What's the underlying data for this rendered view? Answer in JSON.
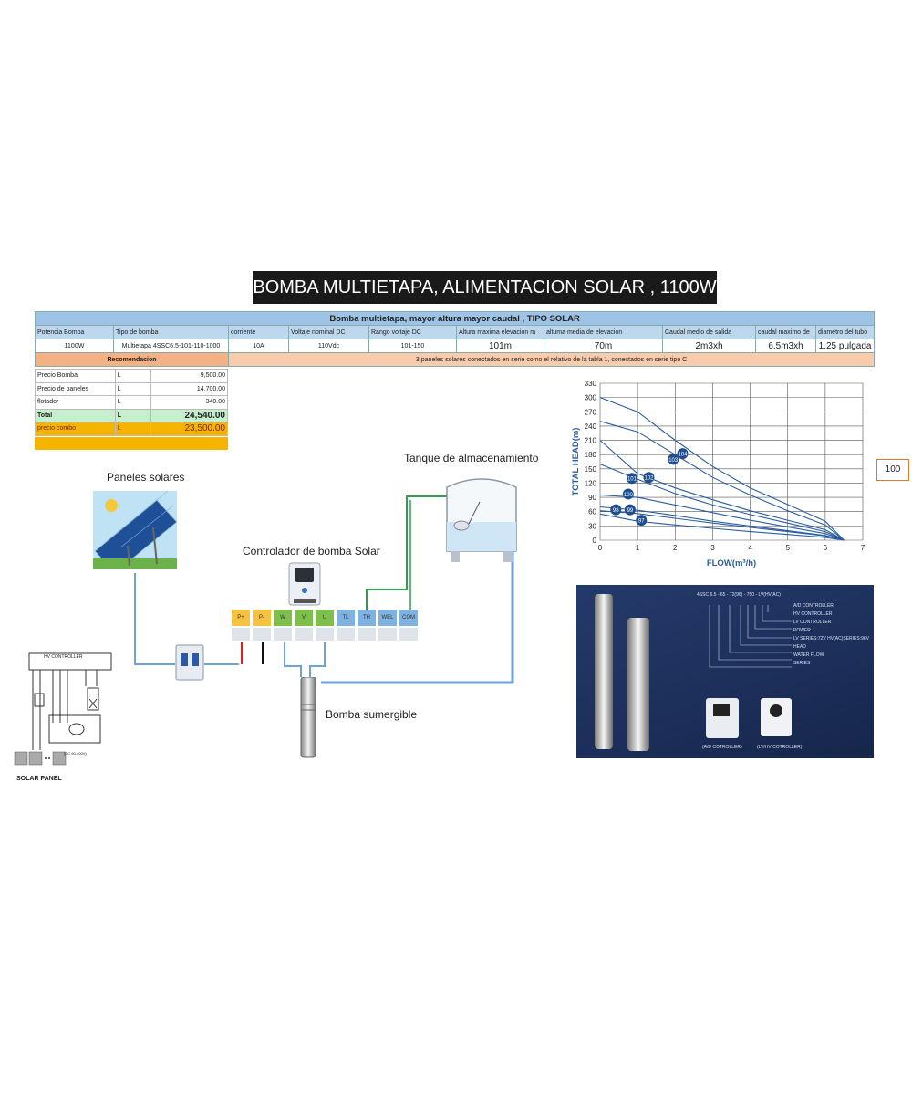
{
  "title": "BOMBA MULTIETAPA, ALIMENTACION SOLAR , 1100W",
  "spec_table": {
    "header": "Bomba multietapa, mayor altura mayor caudal , TIPO SOLAR",
    "columns": [
      "Potencia Bomba",
      "Tipo de bomba",
      "corriente",
      "Voltaje nominal DC",
      "Rango voltaje DC",
      "Altura maxima elevacion m",
      "altuma media de elevacion",
      "Caudal medio de salida",
      "caudal maximo de",
      "diametro del tubo"
    ],
    "values": [
      "1100W",
      "Multietapa 4SSC6.5-101-110-1000",
      "10A",
      "110Vdc",
      "101-150",
      "101m",
      "70m",
      "2m3xh",
      "6.5m3xh",
      "1.25 pulgada"
    ],
    "recommendation_label": "Recomendacion",
    "recommendation_note": "3 paneles solares conectados en serie  como el relativo de la tabla 1, conectados en serie  tipo C"
  },
  "prices": [
    {
      "label": "Precio Bomba",
      "currency": "L",
      "amount": "9,500.00"
    },
    {
      "label": "Precio de paneles",
      "currency": "L",
      "amount": "14,700.00"
    },
    {
      "label": "flotador",
      "currency": "L",
      "amount": "340.00"
    },
    {
      "label": "Total",
      "currency": "L",
      "amount": "24,540.00"
    },
    {
      "label": "precio combo",
      "currency": "L",
      "amount": "23,500.00"
    }
  ],
  "diagram": {
    "panels_label": "Paneles solares",
    "controller_label": "Controlador de bomba Solar",
    "tank_label": "Tanque de almacenamiento",
    "pump_label": "Bomba sumergible",
    "terminals": [
      "P+",
      "P-",
      "W",
      "V",
      "U",
      "TL",
      "TH",
      "WEL",
      "COM"
    ],
    "terminal_colors": [
      "#f5c242",
      "#f5c242",
      "#7fbf4d",
      "#7fbf4d",
      "#7fbf4d",
      "#7fb2e0",
      "#7fb2e0",
      "#7fb2e0",
      "#7fb2e0"
    ],
    "wiring_title": "HV CONTROLLER",
    "wiring_solar": "SOLAR PANEL",
    "wiring_note": "(DC 90-400V)"
  },
  "badge": "100",
  "chart_data": {
    "type": "line",
    "xlabel": "FLOW(m³/h)",
    "ylabel": "TOTAL HEAD(m)",
    "xlim": [
      0,
      7
    ],
    "ylim": [
      0,
      330
    ],
    "x_ticks": [
      0,
      1,
      2,
      3,
      4,
      5,
      6,
      7
    ],
    "y_ticks": [
      0,
      30,
      60,
      90,
      120,
      150,
      180,
      210,
      240,
      270,
      300,
      330
    ],
    "grid": true,
    "series": [
      {
        "name": "104",
        "x": [
          0,
          1,
          2,
          3,
          4,
          5,
          6,
          6.5
        ],
        "y": [
          300,
          270,
          210,
          155,
          110,
          75,
          40,
          0
        ]
      },
      {
        "name": "103",
        "x": [
          0,
          1,
          2,
          3,
          4,
          5,
          6,
          6.5
        ],
        "y": [
          250,
          228,
          180,
          132,
          95,
          62,
          32,
          0
        ]
      },
      {
        "name": "102",
        "x": [
          0,
          1,
          2,
          3,
          4,
          5,
          6,
          6.5
        ],
        "y": [
          210,
          140,
          110,
          85,
          62,
          42,
          22,
          0
        ]
      },
      {
        "name": "101",
        "x": [
          0,
          1,
          2,
          3,
          4,
          5,
          6,
          6.5
        ],
        "y": [
          160,
          128,
          98,
          74,
          54,
          36,
          18,
          0
        ]
      },
      {
        "name": "100",
        "x": [
          0,
          1,
          2,
          3,
          4,
          5,
          6,
          6.5
        ],
        "y": [
          95,
          90,
          74,
          58,
          42,
          28,
          14,
          0
        ]
      },
      {
        "name": "99",
        "x": [
          0,
          1,
          2,
          3,
          4,
          5,
          6,
          6.5
        ],
        "y": [
          70,
          63,
          52,
          40,
          30,
          20,
          10,
          0
        ]
      },
      {
        "name": "98",
        "x": [
          0,
          1,
          2,
          3,
          4,
          5,
          6,
          6.5
        ],
        "y": [
          62,
          56,
          46,
          36,
          27,
          18,
          9,
          0
        ]
      },
      {
        "name": "97",
        "x": [
          0,
          1,
          2,
          3,
          4,
          5,
          6,
          6.5
        ],
        "y": [
          55,
          40,
          32,
          25,
          18,
          12,
          6,
          0
        ]
      }
    ],
    "labels": [
      {
        "text": "104",
        "x": 2.2,
        "y": 182
      },
      {
        "text": "103",
        "x": 1.95,
        "y": 170
      },
      {
        "text": "102",
        "x": 1.3,
        "y": 132
      },
      {
        "text": "101",
        "x": 0.85,
        "y": 130
      },
      {
        "text": "100",
        "x": 0.75,
        "y": 97
      },
      {
        "text": "99",
        "x": 0.8,
        "y": 64
      },
      {
        "text": "98",
        "x": 0.42,
        "y": 64
      },
      {
        "text": "97",
        "x": 1.1,
        "y": 42
      }
    ]
  },
  "product_photo": {
    "model_code": "4SSC 6.5 - 65 - 72(96) - 750 - LV(HV/AC)",
    "legend": [
      "A/D CONTROLLER",
      "HV CONTROLLER",
      "LV CONTROLLER",
      "POWER",
      "LV SERIES:72V  HV(AC)SERIES:96V",
      "HEAD",
      "WATER FLOW",
      "SERIES"
    ],
    "caption_left": "(A/D COTROLLER)",
    "caption_right": "(LV/HV COTROLLER)"
  }
}
